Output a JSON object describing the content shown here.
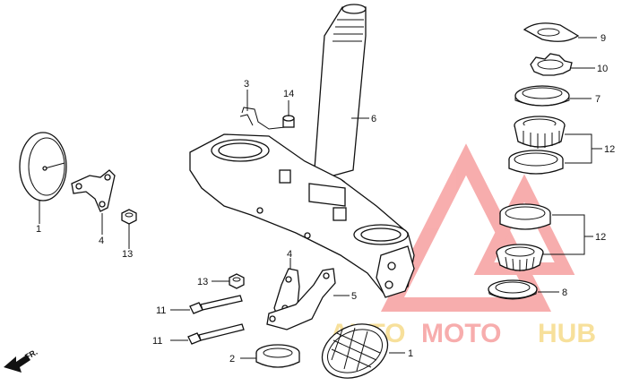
{
  "callouts": [
    {
      "id": "c9",
      "label": "9"
    },
    {
      "id": "c10",
      "label": "10"
    },
    {
      "id": "c7",
      "label": "7"
    },
    {
      "id": "c12a",
      "label": "12"
    },
    {
      "id": "c12b",
      "label": "12"
    },
    {
      "id": "c8",
      "label": "8"
    },
    {
      "id": "c6",
      "label": "6"
    },
    {
      "id": "c3",
      "label": "3"
    },
    {
      "id": "c14",
      "label": "14"
    },
    {
      "id": "c1a",
      "label": "1"
    },
    {
      "id": "c4a",
      "label": "4"
    },
    {
      "id": "c13a",
      "label": "13"
    },
    {
      "id": "c4b",
      "label": "4"
    },
    {
      "id": "c5",
      "label": "5"
    },
    {
      "id": "c13b",
      "label": "13"
    },
    {
      "id": "c11a",
      "label": "11"
    },
    {
      "id": "c11b",
      "label": "11"
    },
    {
      "id": "c2",
      "label": "2"
    },
    {
      "id": "c1b",
      "label": "1"
    }
  ],
  "direction_label": "FR.",
  "watermark": {
    "part1": "AUTO",
    "part2": "MOTO",
    "part3": "HUB",
    "color_primary": "#f2c84b",
    "color_secondary": "#f26b6b"
  }
}
